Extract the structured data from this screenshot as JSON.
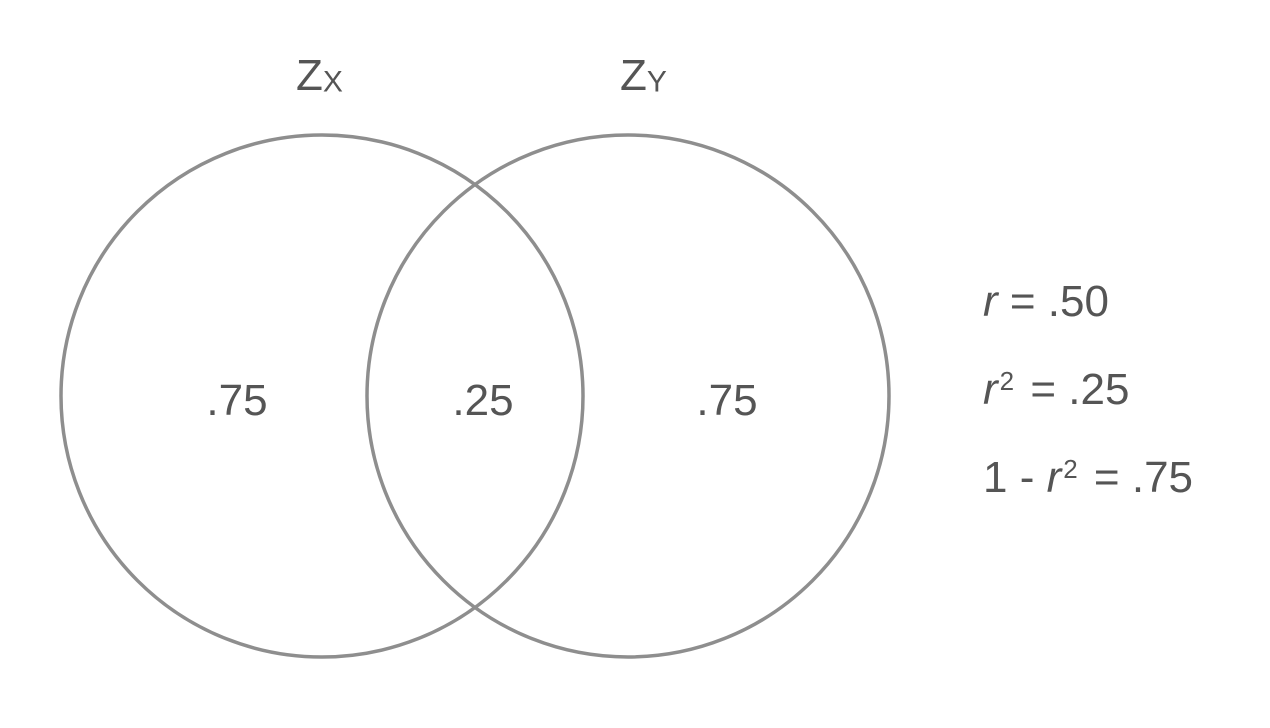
{
  "sets": {
    "x": {
      "letter": "Z",
      "subscript": "X"
    },
    "y": {
      "letter": "Z",
      "subscript": "Y"
    }
  },
  "regions": {
    "x_only": ".75",
    "overlap": ".25",
    "y_only": ".75"
  },
  "stats": {
    "r_line": {
      "variable": "r",
      "rest": " = .50"
    },
    "r2_line": {
      "variable": "r",
      "exponent": "2",
      "rest": " = .25"
    },
    "one_minus_line": {
      "prefix": "1 - ",
      "variable": "r",
      "exponent": "2",
      "rest": " = .75"
    }
  },
  "colors": {
    "stroke": "#8e8e8e",
    "text": "#555555"
  }
}
